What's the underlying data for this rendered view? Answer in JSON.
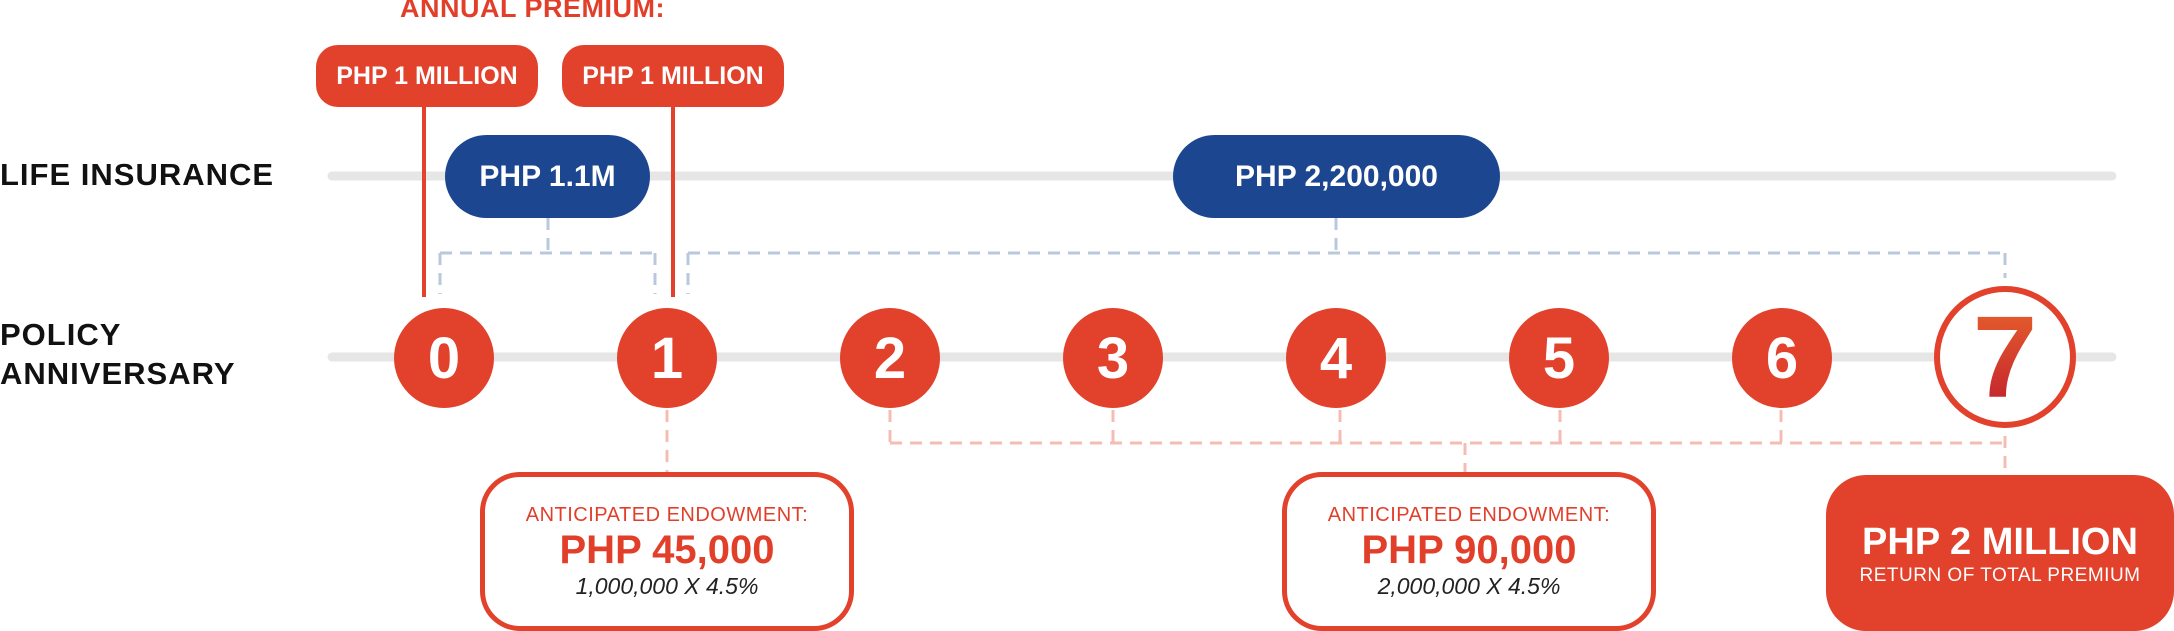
{
  "heading": "ANNUAL PREMIUM:",
  "rows": {
    "life_insurance": "LIFE INSURANCE",
    "policy_anniversary_line1": "POLICY",
    "policy_anniversary_line2": "ANNIVERSARY"
  },
  "premiums": [
    "PHP 1 MILLION",
    "PHP 1 MILLION"
  ],
  "coverage": [
    "PHP 1.1M",
    "PHP 2,200,000"
  ],
  "anniversaries": [
    "0",
    "1",
    "2",
    "3",
    "4",
    "5",
    "6",
    "7"
  ],
  "endowments": [
    {
      "caption": "ANTICIPATED ENDOWMENT:",
      "amount": "PHP 45,000",
      "formula": "1,000,000 X 4.5%"
    },
    {
      "caption": "ANTICIPATED ENDOWMENT:",
      "amount": "PHP 90,000",
      "formula": "2,000,000 X 4.5%"
    }
  ],
  "final_return": {
    "amount": "PHP 2 MILLION",
    "caption": "RETURN OF TOTAL PREMIUM"
  },
  "colors": {
    "red": "#e2412b",
    "blue": "#1d4690",
    "track": "#e6e6e6",
    "dash_blue": "#b9c8dd",
    "dash_red": "#f5bcb4"
  }
}
